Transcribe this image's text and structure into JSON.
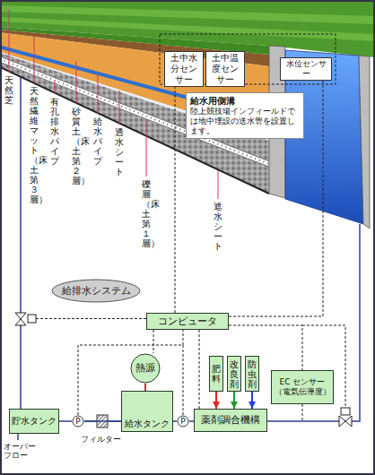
{
  "diagram": {
    "nodes": [
      {
        "text": [
          "土中水分センサー"
        ]
      },
      {
        "text": [
          "土中温度センサー"
        ]
      },
      {
        "text": [
          "水位センサー"
        ]
      },
      {
        "text": [
          "給水用側溝",
          "陸上競技場インフィールドでは地中埋設の送水管を設置します。"
        ]
      },
      {
        "text": [
          "給排水システム"
        ]
      },
      {
        "text": [
          "コンピュータ"
        ]
      },
      {
        "text": [
          "熱源"
        ]
      },
      {
        "text": [
          "肥料"
        ]
      },
      {
        "text": [
          "改良剤"
        ]
      },
      {
        "text": [
          "防虫剤"
        ]
      },
      {
        "text": [
          "EC センサー（電気伝導度）"
        ]
      },
      {
        "text": [
          "貯水タンク"
        ]
      },
      {
        "text": [
          "P"
        ]
      },
      {
        "text": [
          "給水タンク"
        ]
      },
      {
        "text": [
          "P"
        ]
      },
      {
        "text": [
          "薬剤調合機構"
        ]
      }
    ],
    "edges": [
      {
        "from": 5,
        "to": 0,
        "arrow": "none"
      },
      {
        "from": 5,
        "to": 2,
        "arrow": "none"
      },
      {
        "from": 5,
        "to": 6,
        "arrow": "none"
      },
      {
        "from": 5,
        "to": 15,
        "arrow": "none"
      },
      {
        "from": 5,
        "to": 10,
        "arrow": "none"
      },
      {
        "from": 7,
        "to": 15,
        "arrow": "to"
      },
      {
        "from": 8,
        "to": 15,
        "arrow": "to"
      },
      {
        "from": 9,
        "to": 15,
        "arrow": "to"
      },
      {
        "from": 6,
        "to": 13,
        "arrow": "none"
      },
      {
        "from": 11,
        "to": 12,
        "arrow": "none"
      },
      {
        "from": 12,
        "to": 13,
        "arrow": "none"
      },
      {
        "from": 13,
        "to": 14,
        "arrow": "none"
      },
      {
        "from": 14,
        "to": 15,
        "arrow": "none"
      }
    ],
    "labels": [
      "天然芝",
      "天然繊維マット（床土第３層）",
      "有孔排水パイプ",
      "砂質土（床土第２層）",
      "給水パイプ",
      "透水シート",
      "礫層（床土第１層）",
      "遮水シート",
      "フィルター",
      "オーバーフロー"
    ]
  }
}
